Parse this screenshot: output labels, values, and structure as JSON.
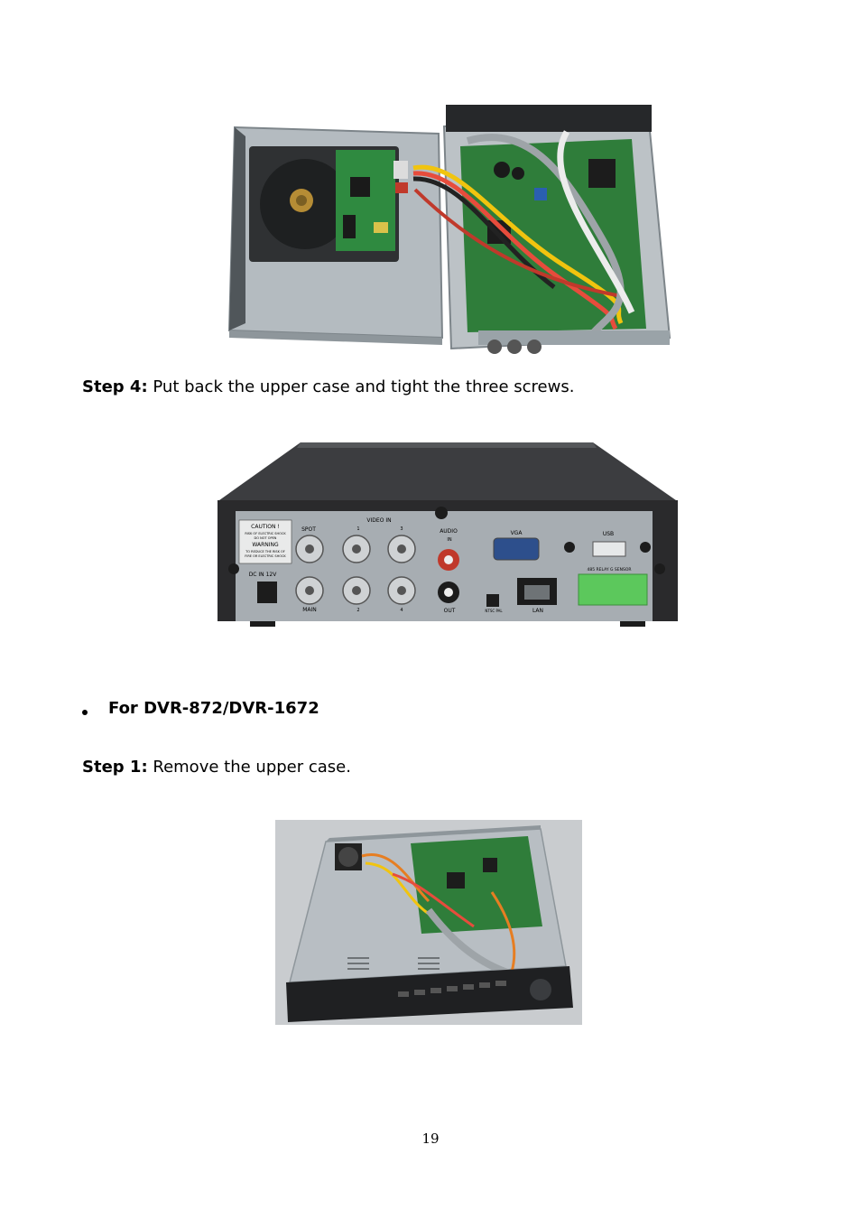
{
  "step4": {
    "label": "Step 4:",
    "text": " Put back the upper case and tight the three screws."
  },
  "section": {
    "bullet_title": "For DVR-872/DVR-1672"
  },
  "step1": {
    "label": "Step 1:",
    "text": " Remove the upper case."
  },
  "rear_panel": {
    "caution": "CAUTION !",
    "caution_sub1": "RISK OF ELECTRIC SHOCK",
    "caution_sub2": "DO NOT OPEN",
    "warning": "WARNING",
    "warning_sub1": "TO REDUCE THE RISK OF",
    "warning_sub2": "FIRE OR ELECTRIC SHOCK",
    "dc_in": "DC IN 12V",
    "spot": "SPOT",
    "main": "MAIN",
    "video_in": "VIDEO IN",
    "ch1": "1",
    "ch2": "2",
    "ch3": "3",
    "ch4": "4",
    "audio": "AUDIO",
    "in": "IN",
    "out": "OUT",
    "vga": "VGA",
    "usb": "USB",
    "ntsc_pal": "NTSC PAL",
    "lan": "LAN",
    "terminal": "485 RELAY G SENSOR"
  },
  "page_number": "19",
  "colors": {
    "pcb": "#2f7d3a",
    "metal": "#9aa3a8",
    "chassis": "#2a2a2c",
    "terminal": "#5cc85c"
  }
}
